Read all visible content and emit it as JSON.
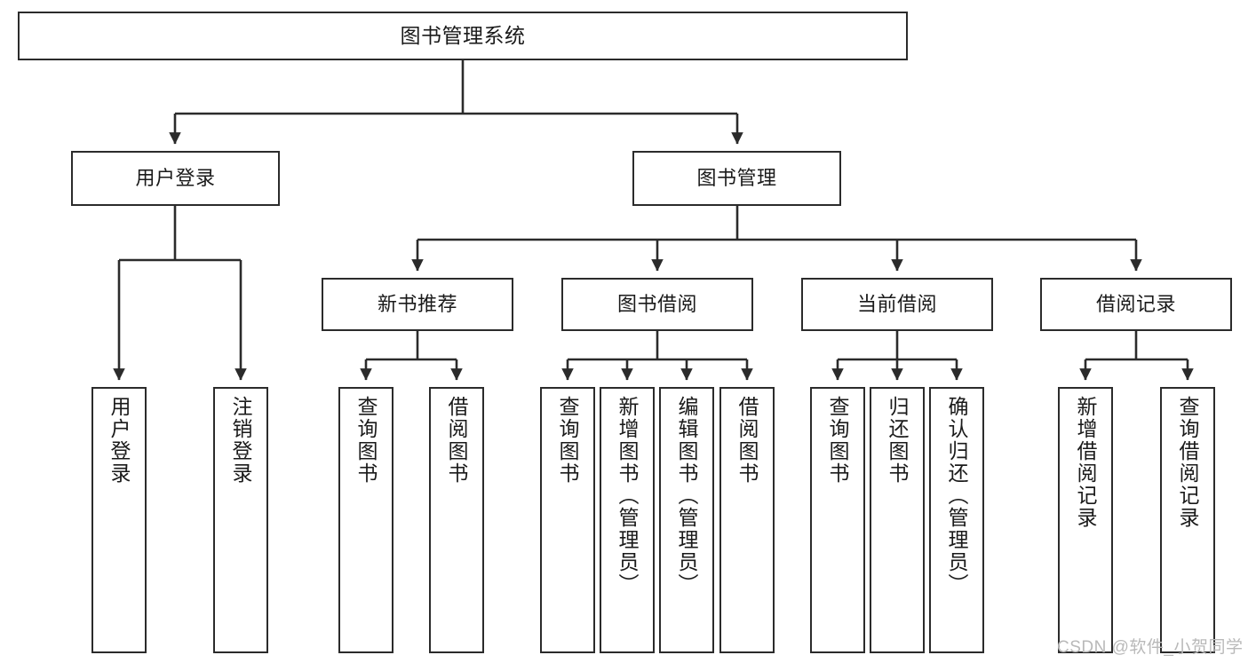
{
  "diagram": {
    "type": "tree-hierarchy-chart",
    "title": "图书管理系统",
    "watermark": "CSDN @软件_小贺同学",
    "style": {
      "box_border_color": "#2b2b2b",
      "box_fill_color": "#ffffff",
      "line_color": "#2b2b2b",
      "text_color": "#1a1a1a",
      "background": "#ffffff",
      "watermark_color": "#b9b9b9"
    },
    "nodes": {
      "root": {
        "label": "图书管理系统"
      },
      "level2": [
        {
          "label": "用户登录"
        },
        {
          "label": "图书管理"
        }
      ],
      "level3": [
        {
          "label": "新书推荐"
        },
        {
          "label": "图书借阅"
        },
        {
          "label": "当前借阅"
        },
        {
          "label": "借阅记录"
        }
      ],
      "leaves": {
        "user_login": [
          {
            "label": "用户登录"
          },
          {
            "label": "注销登录"
          }
        ],
        "new_book_recommend": [
          {
            "label": "查询图书"
          },
          {
            "label": "借阅图书"
          }
        ],
        "book_borrow": [
          {
            "label": "查询图书"
          },
          {
            "label": "新增图书（管理员）"
          },
          {
            "label": "编辑图书（管理员）"
          },
          {
            "label": "借阅图书"
          }
        ],
        "current_borrow": [
          {
            "label": "查询图书"
          },
          {
            "label": "归还图书"
          },
          {
            "label": "确认归还（管理员）"
          }
        ],
        "borrow_record": [
          {
            "label": "新增借阅记录"
          },
          {
            "label": "查询借阅记录"
          }
        ]
      }
    }
  }
}
